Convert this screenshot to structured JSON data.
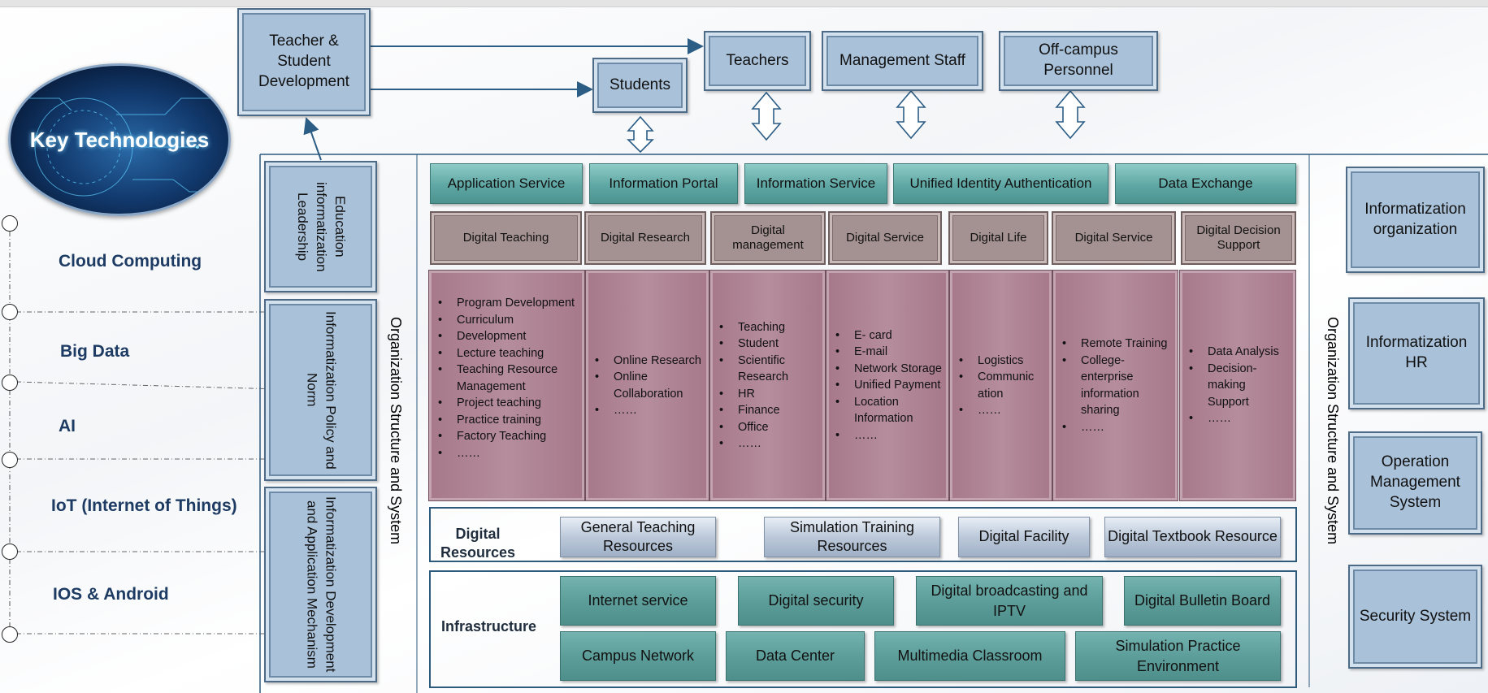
{
  "key_technologies": {
    "title": "Key Technologies",
    "items": [
      "Cloud Computing",
      "Big Data",
      "AI",
      "IoT (Internet of Things)",
      "IOS & Android"
    ]
  },
  "top": {
    "development": "Teacher & Student Development",
    "students": "Students",
    "teachers": "Teachers",
    "management_staff": "Management Staff",
    "off_campus": "Off-campus Personnel"
  },
  "left_column": {
    "leadership": "Education informatization Leadership",
    "policy": "Informatization Policy and Norm",
    "mechanism": "Informatization Development and Application Mechanism",
    "org_label": "Organization Structure and System"
  },
  "services": [
    "Application Service",
    "Information Portal",
    "Information Service",
    "Unified Identity Authentication",
    "Data Exchange"
  ],
  "domains": [
    {
      "header": "Digital Teaching",
      "items": [
        "Program Development",
        "Curriculum",
        "Development",
        "Lecture teaching",
        "Teaching Resource Management",
        "Project teaching",
        "Practice training",
        "Factory Teaching",
        "……"
      ]
    },
    {
      "header": "Digital Research",
      "items": [
        "Online Research",
        "Online Collaboration",
        "……"
      ]
    },
    {
      "header": "Digital management",
      "items": [
        "Teaching",
        "Student",
        "Scientific Research",
        "HR",
        "Finance",
        "Office",
        "……"
      ]
    },
    {
      "header": "Digital Service",
      "items": [
        "E- card",
        "E-mail",
        "Network Storage",
        "Unified Payment",
        "Location Information",
        "……"
      ]
    },
    {
      "header": "Digital Life",
      "items": [
        "Logistics",
        "Communic ation",
        "……"
      ]
    },
    {
      "header": "Digital Service",
      "items": [
        "Remote Training",
        "College-enterprise information sharing",
        "……"
      ]
    },
    {
      "header": "Digital Decision Support",
      "items": [
        "Data Analysis",
        "Decision-making Support",
        "……"
      ]
    }
  ],
  "resources": {
    "label": "Digital Resources",
    "items": [
      "General Teaching Resources",
      "Simulation Training Resources",
      "Digital Facility",
      "Digital Textbook Resource"
    ]
  },
  "infrastructure": {
    "label": "Infrastructure",
    "row1": [
      "Internet service",
      "Digital security",
      "Digital broadcasting and IPTV",
      "Digital Bulletin Board"
    ],
    "row2": [
      "Campus Network",
      "Data Center",
      "Multimedia Classroom",
      "Simulation Practice Environment"
    ]
  },
  "right_column": {
    "org_label": "Organization Structure and System",
    "items": [
      "Informatization organization",
      "Informatization HR",
      "Operation Management System",
      "Security System"
    ]
  }
}
